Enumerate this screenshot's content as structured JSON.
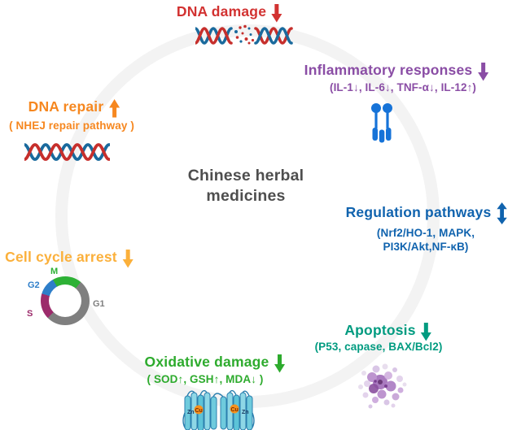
{
  "figure": {
    "center": {
      "title_line1": "Chinese herbal",
      "title_line2": "medicines"
    },
    "nodes": {
      "dna_damage": {
        "title": "DNA damage",
        "trend": "down"
      },
      "inflammatory": {
        "title": "Inflammatory responses",
        "subtitle": "(IL-1↓, IL-6↓, TNF-α↓, IL-12↑)",
        "trend": "down"
      },
      "regulation": {
        "title": "Regulation pathways",
        "subtitle_line1": "(Nrf2/HO-1, MAPK,",
        "subtitle_line2": "PI3K/Akt,NF-κB)",
        "trend": "both"
      },
      "apoptosis": {
        "title": "Apoptosis",
        "subtitle": "(P53, capase, BAX/Bcl2)",
        "trend": "down"
      },
      "oxidative": {
        "title": "Oxidative damage",
        "subtitle": "( SOD↑, GSH↑, MDA↓ )",
        "trend": "down"
      },
      "cell_cycle": {
        "title": "Cell cycle arrest",
        "trend": "down",
        "labels": {
          "m": "M",
          "g2": "G2",
          "s": "S",
          "g1": "G1"
        }
      },
      "dna_repair": {
        "title": "DNA repair",
        "subtitle": "( NHEJ repair pathway )",
        "trend": "up"
      }
    },
    "sod_labels": {
      "zn_left": "Zn",
      "cu_left": "Cu",
      "cu_right": "Cu",
      "zn_right": "Zn"
    },
    "palette": {
      "dna_damage_red": "#d23231",
      "inflammatory_purple": "#8a4da5",
      "dna_repair_orange": "#f6871f",
      "cell_cycle_amber": "#fbb03b",
      "regulation_blue": "#1063ae",
      "apoptosis_teal": "#009b80",
      "oxidative_green": "#2dab2d",
      "center_text_gray": "#4e4e4e",
      "ring_gray": "#f3f3f3",
      "helix_red": "#c62f2c",
      "helix_blue": "#1a6a9d",
      "receptor_blue": "#1673d8",
      "cycle_g1_gray": "#7f7f7f",
      "cycle_s_maroon": "#9c2b6b",
      "cycle_g2_blue": "#2e7ec9",
      "cycle_m_green": "#2db135",
      "sod_cyan": "#6fcbdd",
      "sod_metal_orange": "#f6921e",
      "apoptosis_lilac": "#a678bd"
    }
  }
}
